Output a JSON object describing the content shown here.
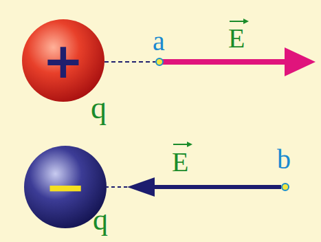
{
  "diagram": {
    "nodes": [
      {
        "text": [
          "+",
          "q"
        ]
      },
      {
        "text": [
          "a"
        ]
      },
      {
        "text": [
          "−",
          "q"
        ]
      },
      {
        "text": [
          "b"
        ]
      }
    ],
    "edges": [
      {
        "from": 0,
        "to": 1,
        "arrow": "none"
      },
      {
        "from": 3,
        "to": 2,
        "arrow": "to"
      }
    ],
    "labels": [
      "E",
      "E"
    ]
  }
}
